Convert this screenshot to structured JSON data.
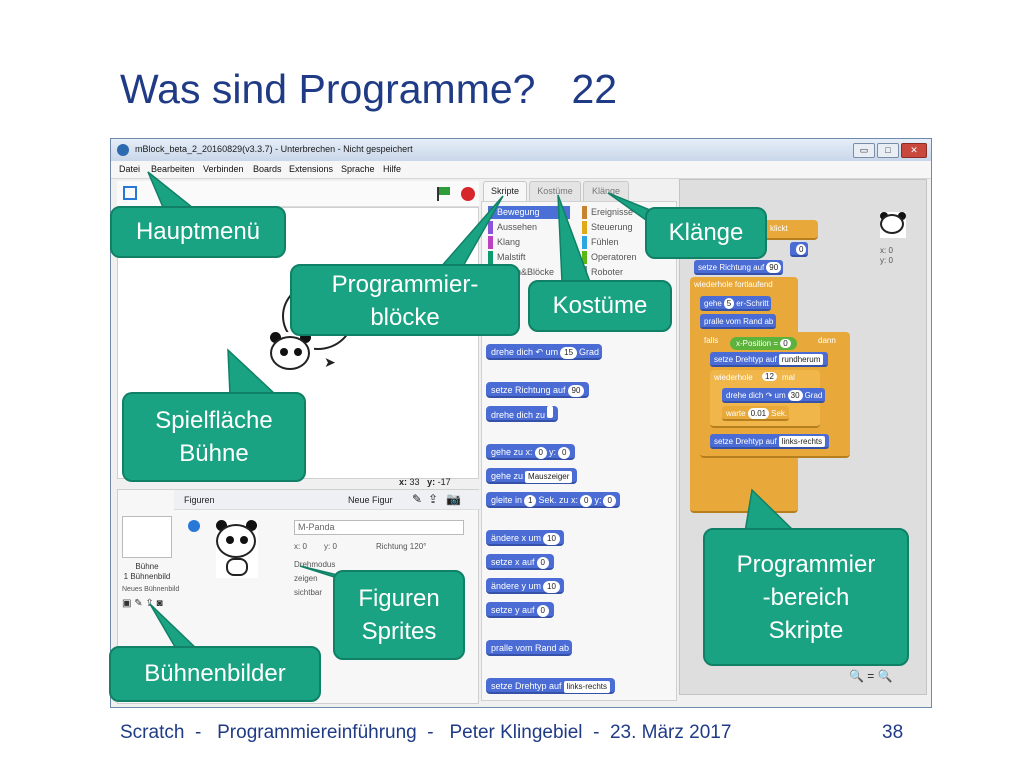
{
  "slide": {
    "title": "Was sind Programme?",
    "title_number": "22",
    "footer": "Scratch  -   Programmiereinführung  -   Peter Klingebiel  -  23. März 2017",
    "page_number": "38"
  },
  "app": {
    "window_title": "mBlock_beta_2_20160829(v3.3.7) - Unterbrechen - Nicht gespeichert",
    "window_buttons": {
      "minimize": "▭",
      "maximize": "□",
      "close": "✕"
    },
    "menu": [
      "Datei",
      "Bearbeiten",
      "Verbinden",
      "Boards",
      "Extensions",
      "Sprache",
      "Hilfe"
    ],
    "tabs": [
      "Skripte",
      "Kostüme",
      "Klänge"
    ],
    "stage_coords": {
      "x_label": "x:",
      "x": "33",
      "y_label": "y:",
      "y": "-17"
    },
    "sprites": {
      "header_label": "Figuren",
      "new_sprite_label": "Neue Figur",
      "stage_label": "Bühne",
      "stage_backdrops": "1 Bühnenbild",
      "new_backdrop_label": "Neues Bühnenbild",
      "sprite_name": "M-Panda",
      "x_label": "x: 0",
      "y_label": "y: 0",
      "direction_label": "Richtung 120°",
      "rotation_label": "Drehmodus",
      "show_label": "zeigen",
      "visible_label": "sichtbar"
    },
    "categories": [
      {
        "name": "Bewegung",
        "color": "#4a6cd4"
      },
      {
        "name": "Aussehen",
        "color": "#8a55d7"
      },
      {
        "name": "Klang",
        "color": "#bb42c3"
      },
      {
        "name": "Malstift",
        "color": "#0e9a6c"
      },
      {
        "name": "Daten&Blöcke",
        "color": "#ee7d16"
      },
      {
        "name": "Ereignisse",
        "color": "#c88330"
      },
      {
        "name": "Steuerung",
        "color": "#e1a91a"
      },
      {
        "name": "Fühlen",
        "color": "#2ca5e2"
      },
      {
        "name": "Operatoren",
        "color": "#5cb712"
      },
      {
        "name": "Roboter",
        "color": "#7a8b99"
      }
    ],
    "palette_blocks": {
      "turn_left": {
        "pre": "drehe dich",
        "icon": "↶",
        "mid": "um",
        "val": "15",
        "post": "Grad"
      },
      "point_dir": {
        "pre": "setze Richtung auf",
        "val": "90"
      },
      "point_to": {
        "pre": "drehe dich zu",
        "val": ""
      },
      "goto_xy": {
        "pre": "gehe zu x:",
        "x": "0",
        "mid": "y:",
        "y": "0"
      },
      "goto": {
        "pre": "gehe zu",
        "val": "Mauszeiger"
      },
      "glide": {
        "pre": "gleite in",
        "v1": "1",
        "mid": "Sek. zu x:",
        "v2": "0",
        "mid2": "y:",
        "v3": "0"
      },
      "change_x": {
        "pre": "ändere x um",
        "val": "10"
      },
      "set_x": {
        "pre": "setze x auf",
        "val": "0"
      },
      "change_y": {
        "pre": "ändere y um",
        "val": "10"
      },
      "set_y": {
        "pre": "setze y auf",
        "val": "0"
      },
      "bounce": {
        "pre": "pralle vom Rand ab"
      },
      "rotation_style": {
        "pre": "setze Drehtyp auf",
        "val": "links-rechts"
      }
    },
    "script": {
      "hat": "klickt",
      "b1_val": "0",
      "b2": {
        "pre": "setze Richtung auf",
        "val": "90"
      },
      "forever": "wiederhole fortlaufend",
      "move": {
        "pre": "gehe",
        "val": "5",
        "post": "er-Schritt"
      },
      "bounce": "pralle vom Rand ab",
      "if": {
        "pre": "falls",
        "sensor": "x-Position",
        "op": "=",
        "val": "0",
        "post": "dann"
      },
      "rot1": {
        "pre": "setze Drehtyp auf",
        "val": "rundherum"
      },
      "repeat": {
        "pre": "wiederhole",
        "val": "12",
        "post": "mal"
      },
      "turn": {
        "pre": "drehe dich",
        "icon": "↷",
        "mid": "um",
        "val": "30",
        "post": "Grad"
      },
      "wait": {
        "pre": "warte",
        "val": "0.01",
        "post": "Sek."
      },
      "rot2": {
        "pre": "setze Drehtyp auf",
        "val": "links-rechts"
      },
      "sprite_coords": {
        "x": "x: 0",
        "y": "y: 0"
      }
    }
  },
  "callouts": {
    "hauptmenue": "Hauptmenü",
    "klaenge": "Klänge",
    "programmierbloecke": [
      "Programmier-",
      "blöcke"
    ],
    "kostueme": "Kostüme",
    "spielflaeche": [
      "Spielfläche",
      "Bühne"
    ],
    "figuren": [
      "Figuren",
      "Sprites"
    ],
    "buehnenbilder": "Bühnenbilder",
    "programmierbereich": [
      "Programmier",
      "-bereich",
      "Skripte"
    ]
  },
  "colors": {
    "callout": "#1aa382",
    "title": "#1f3b86",
    "motion_block": "#4a6cd4",
    "control_block": "#e8a93a"
  }
}
